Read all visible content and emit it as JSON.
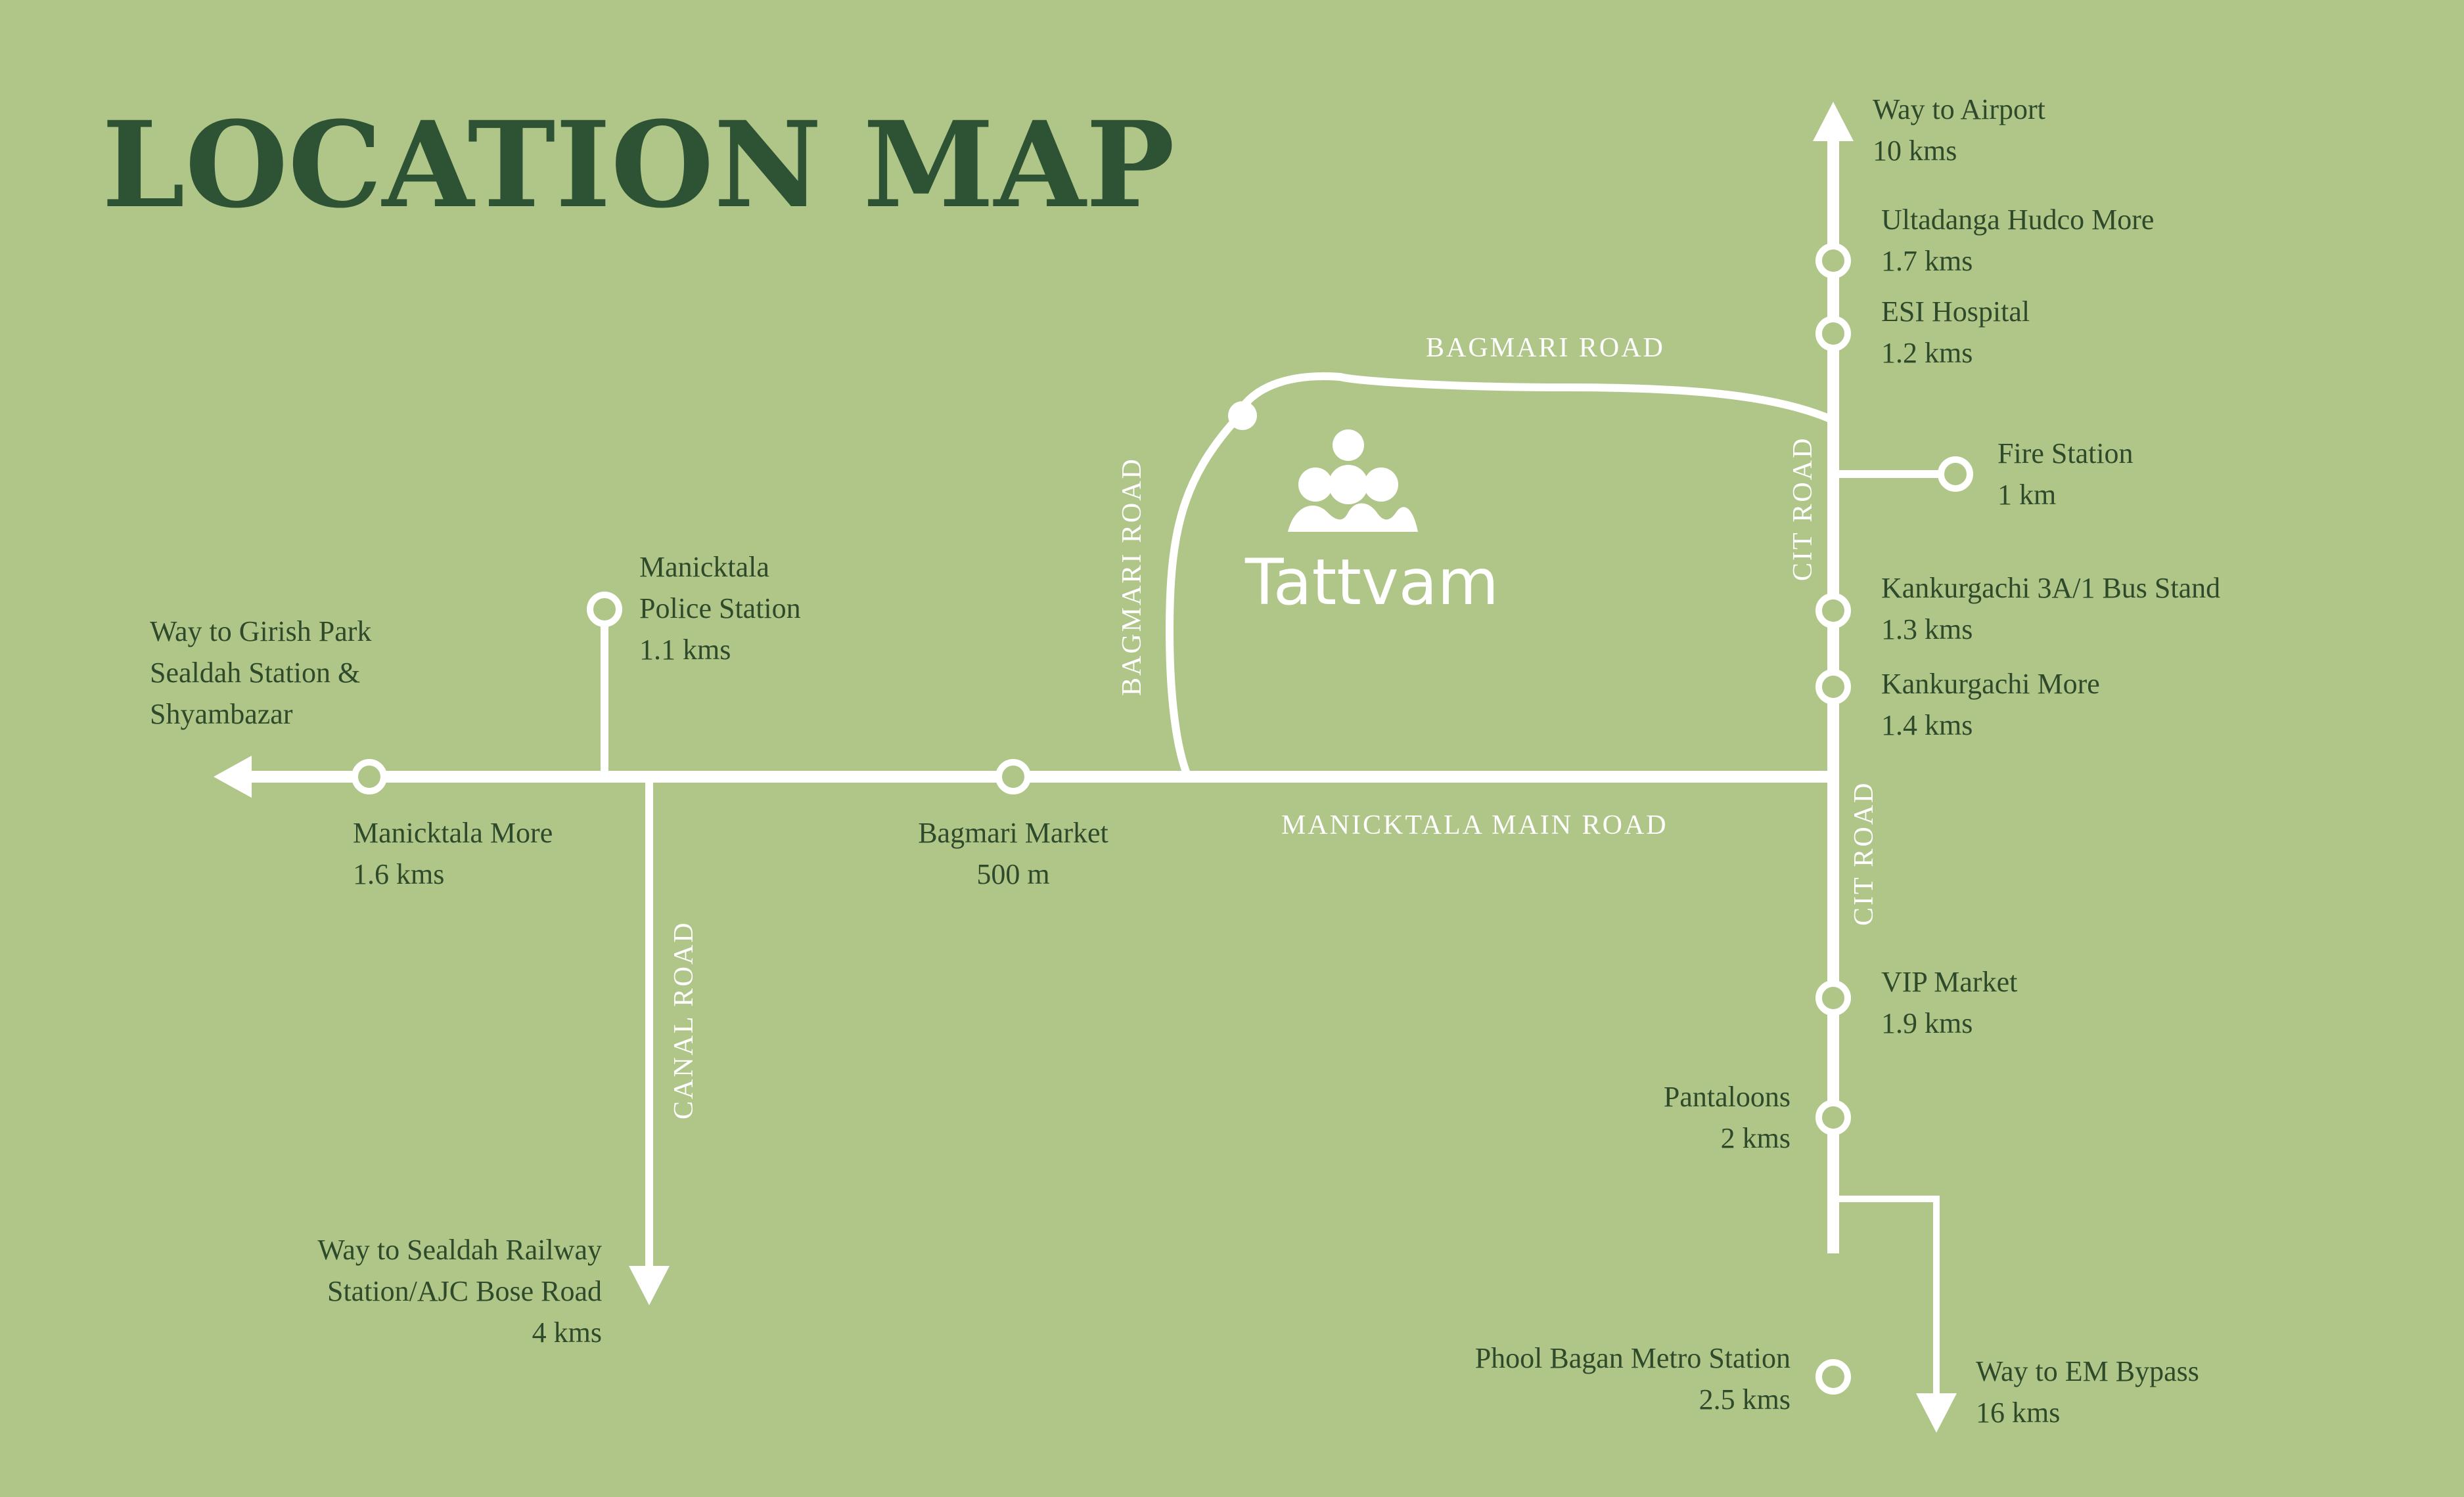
{
  "title": "LOCATION MAP",
  "brand": {
    "name": "Tattvam",
    "logo_icon": "tattvam-logo-icon"
  },
  "roads": {
    "bagmari_top": "BAGMARI ROAD",
    "bagmari_side": "BAGMARI ROAD",
    "cit_upper": "CIT ROAD",
    "cit_lower": "CIT ROAD",
    "manicktala_main": "MANICKTALA MAIN ROAD",
    "canal": "CANAL ROAD"
  },
  "destinations": {
    "airport": {
      "name": "Way to Airport",
      "distance": "10 kms"
    },
    "girish_park": {
      "line1": "Way to Girish Park",
      "line2": "Sealdah Station &",
      "line3": "Shyambazar"
    },
    "sealdah": {
      "line1": "Way to Sealdah Railway",
      "line2": "Station/AJC Bose Road",
      "distance": "4 kms"
    },
    "em_bypass": {
      "name": "Way to EM Bypass",
      "distance": "16 kms"
    }
  },
  "landmarks": {
    "ultadanga": {
      "name": "Ultadanga Hudco More",
      "distance": "1.7 kms"
    },
    "esi": {
      "name": "ESI Hospital",
      "distance": "1.2 kms"
    },
    "fire_station": {
      "name": "Fire Station",
      "distance": "1 km"
    },
    "kankurgachi_bus": {
      "name": "Kankurgachi 3A/1 Bus Stand",
      "distance": "1.3 kms"
    },
    "kankurgachi_more": {
      "name": "Kankurgachi More",
      "distance": "1.4 kms"
    },
    "police": {
      "line1": "Manicktala",
      "line2": "Police Station",
      "distance": "1.1 kms"
    },
    "manicktala_more": {
      "name": "Manicktala More",
      "distance": "1.6 kms"
    },
    "bagmari_market": {
      "name": "Bagmari Market",
      "distance": "500 m"
    },
    "vip_market": {
      "name": "VIP Market",
      "distance": "1.9 kms"
    },
    "pantaloons": {
      "name": "Pantaloons",
      "distance": "2 kms"
    },
    "phool_bagan": {
      "name": "Phool Bagan Metro Station",
      "distance": "2.5 kms"
    }
  },
  "colors": {
    "background": "#b0c689",
    "road": "#ffffff",
    "title": "#2e5234",
    "label": "#2e4a2a"
  }
}
